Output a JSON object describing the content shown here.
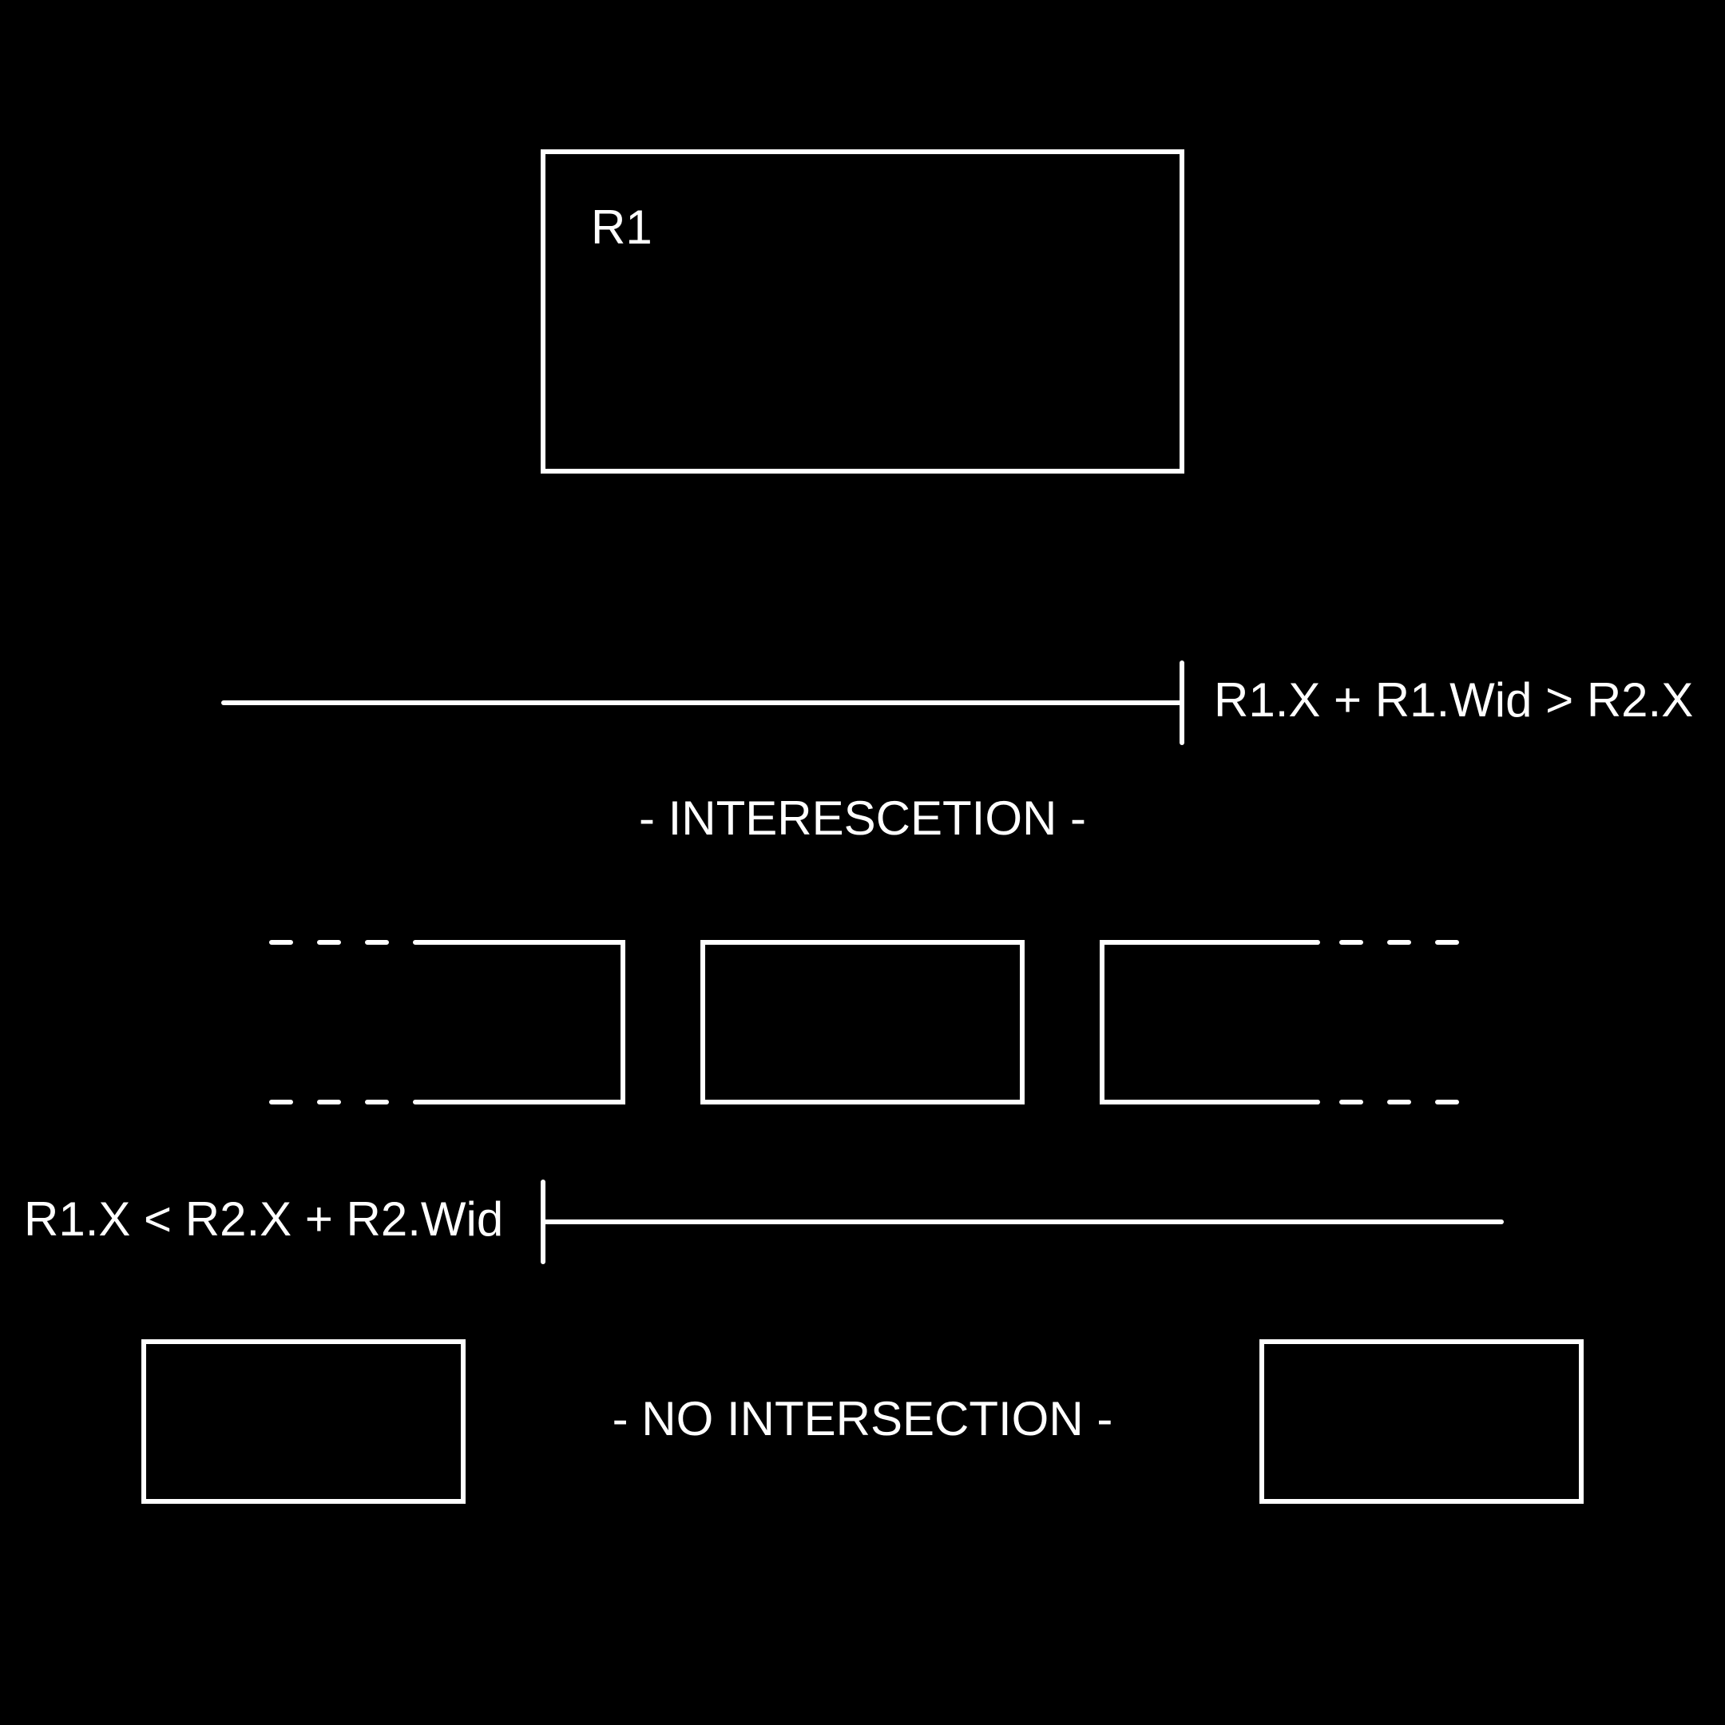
{
  "diagram": {
    "r1_label": "R1",
    "condition_right_edge": "R1.X + R1.Wid > R2.X",
    "intersection_caption": "- INTERESCETION -",
    "condition_left_edge": "R1.X < R2.X + R2.Wid",
    "no_intersection_caption": "- NO INTERSECTION -"
  },
  "colors": {
    "background": "#000000",
    "stroke": "#ffffff",
    "text": "#ffffff"
  }
}
